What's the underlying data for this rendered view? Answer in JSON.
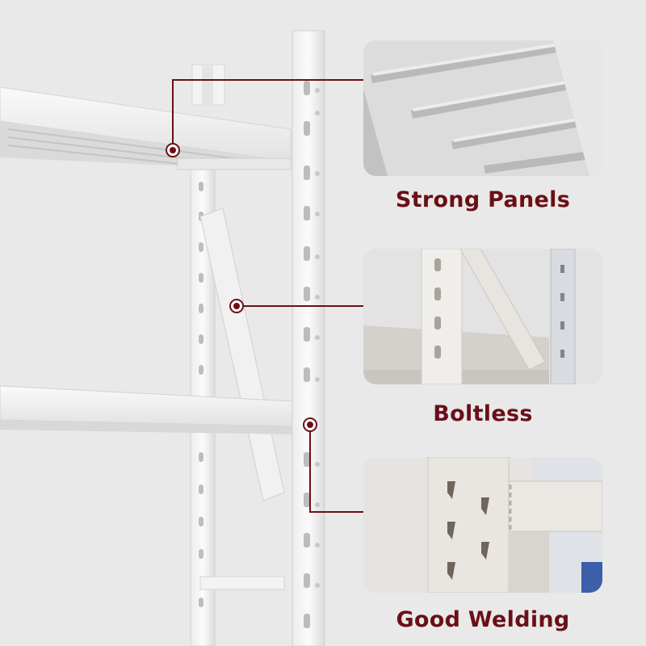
{
  "features": [
    {
      "label": "Strong Panels",
      "icon": "shelf-panel-underside-photo"
    },
    {
      "label": "Boltless",
      "icon": "boltless-upright-photo"
    },
    {
      "label": "Good Welding",
      "icon": "weld-joint-photo"
    }
  ],
  "colors": {
    "accent": "#6b0f16",
    "background": "#e9e9e9",
    "steel": "#f6f6f6"
  }
}
